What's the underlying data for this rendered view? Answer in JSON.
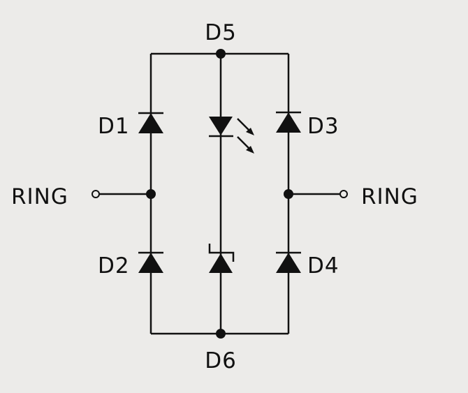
{
  "diagram": {
    "labels": {
      "top_node": "D5",
      "bottom_node": "D6",
      "d1": "D1",
      "d2": "D2",
      "d3": "D3",
      "d4": "D4",
      "left_terminal": "RING",
      "right_terminal": "RING"
    },
    "components": [
      {
        "id": "D1",
        "type": "diode",
        "direction": "up"
      },
      {
        "id": "D2",
        "type": "diode",
        "direction": "up"
      },
      {
        "id": "D3",
        "type": "diode",
        "direction": "up"
      },
      {
        "id": "D4",
        "type": "diode",
        "direction": "up"
      },
      {
        "id": "LED",
        "type": "led",
        "direction": "down"
      },
      {
        "id": "Z",
        "type": "zener",
        "direction": "up"
      }
    ]
  }
}
